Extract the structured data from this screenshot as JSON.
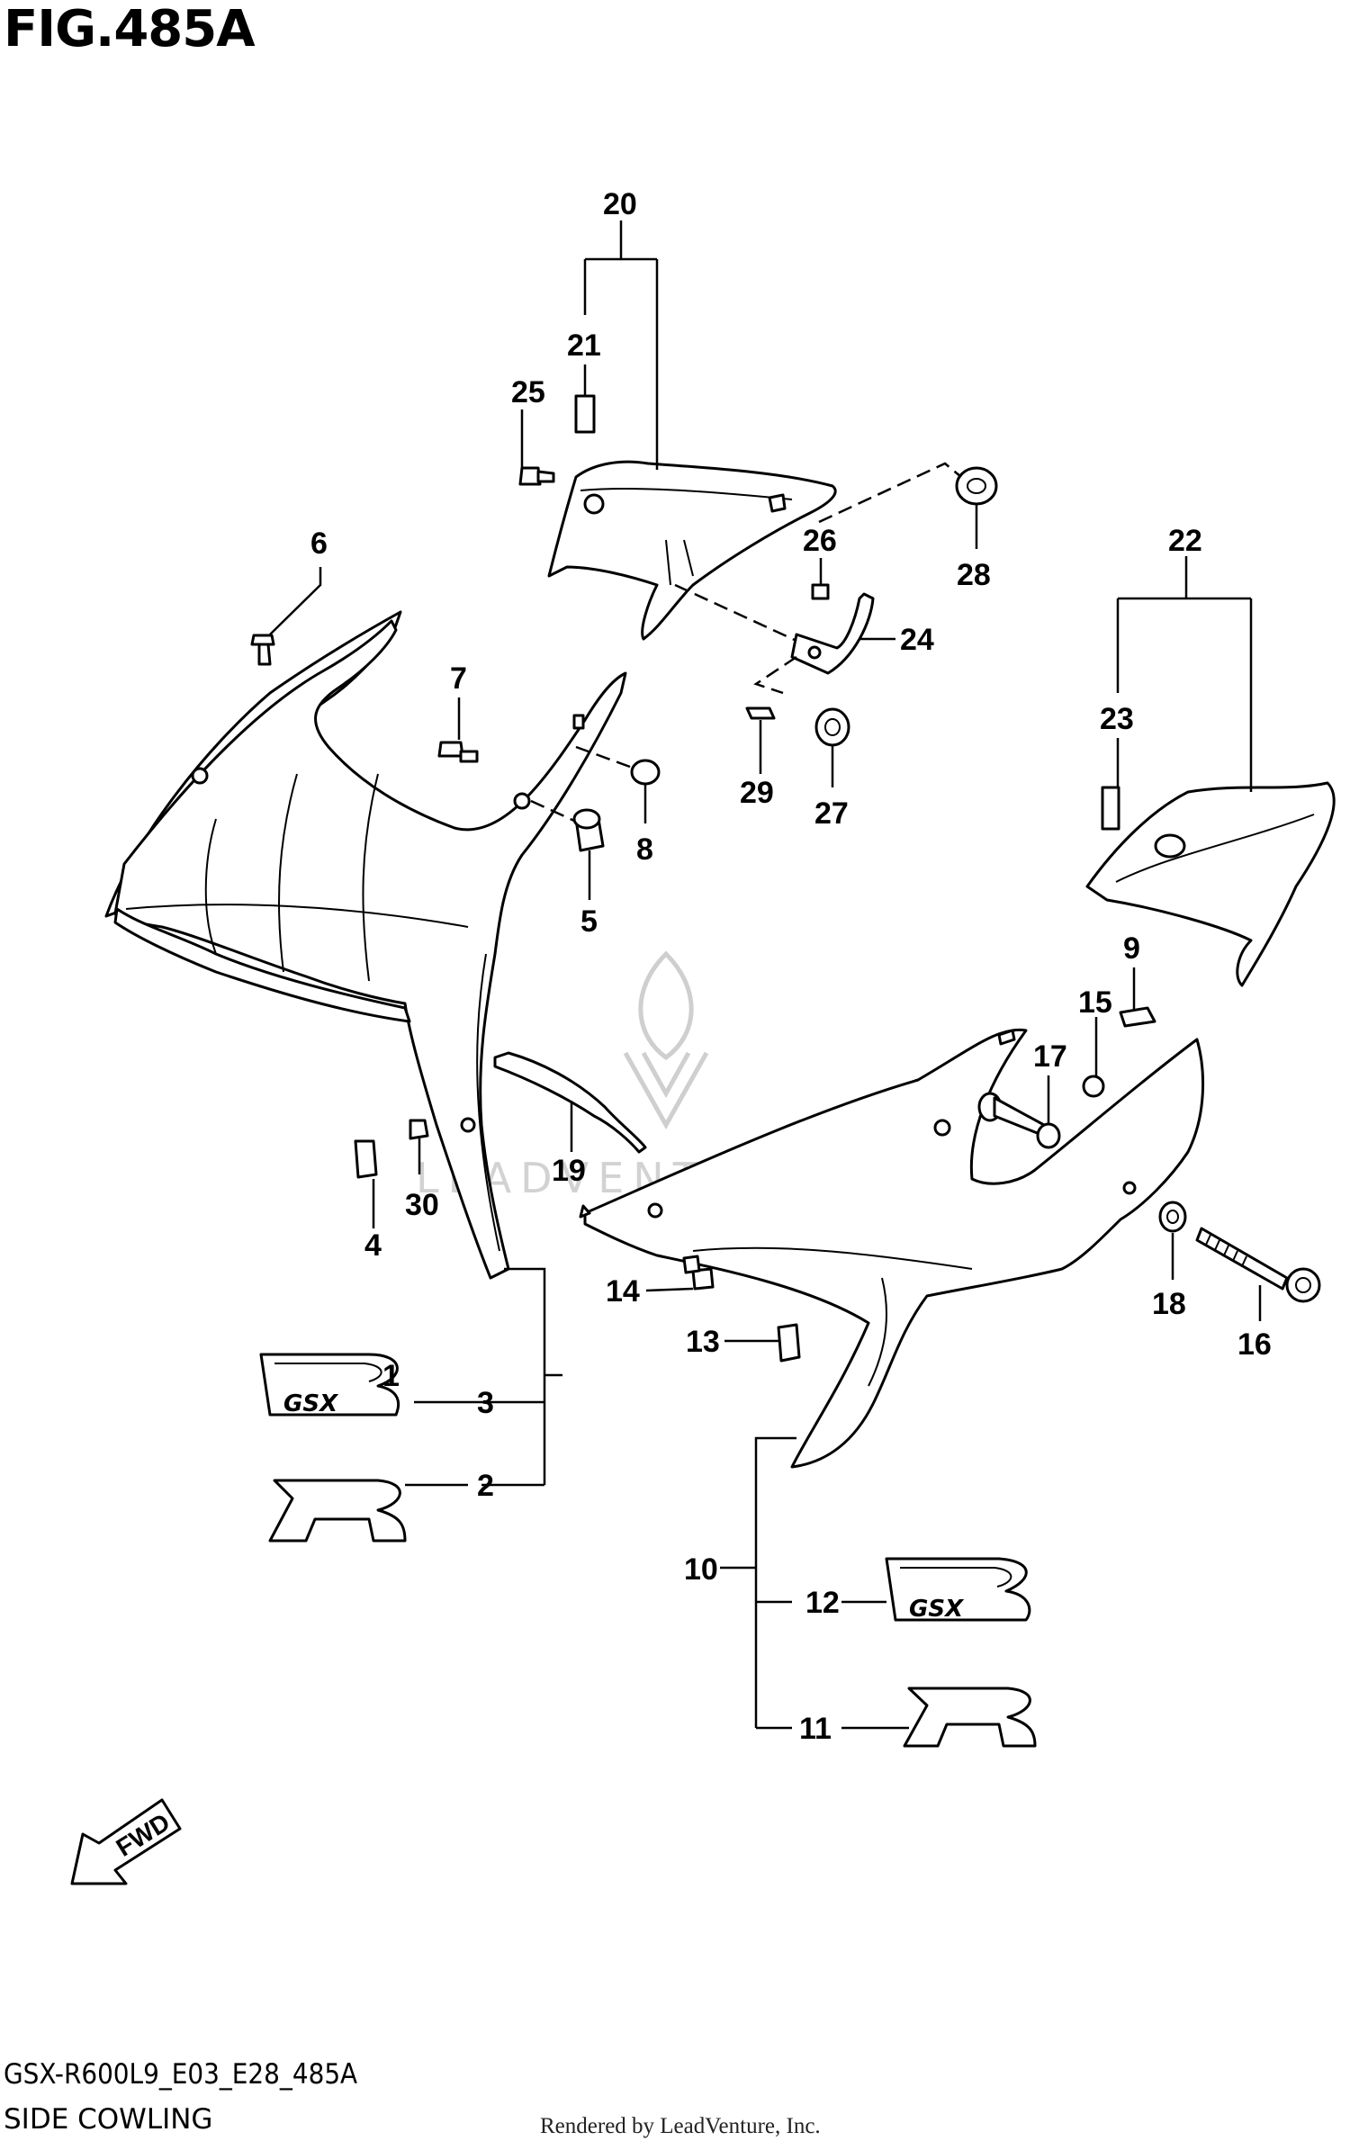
{
  "figure": {
    "title": "FIG.485A",
    "model_code": "GSX-R600L9_E03_E28_485A",
    "section_name": "SIDE COWLING",
    "credit": "Rendered by LeadVenture, Inc.",
    "watermark": "LEADVENTURE",
    "fwd_label": "FWD"
  },
  "callouts": [
    {
      "id": "1",
      "label": "1"
    },
    {
      "id": "2",
      "label": "2"
    },
    {
      "id": "3",
      "label": "3"
    },
    {
      "id": "4",
      "label": "4"
    },
    {
      "id": "5",
      "label": "5"
    },
    {
      "id": "6",
      "label": "6"
    },
    {
      "id": "7",
      "label": "7"
    },
    {
      "id": "8",
      "label": "8"
    },
    {
      "id": "9",
      "label": "9"
    },
    {
      "id": "10",
      "label": "10"
    },
    {
      "id": "11",
      "label": "11"
    },
    {
      "id": "12",
      "label": "12"
    },
    {
      "id": "13",
      "label": "13"
    },
    {
      "id": "14",
      "label": "14"
    },
    {
      "id": "15",
      "label": "15"
    },
    {
      "id": "16",
      "label": "16"
    },
    {
      "id": "17",
      "label": "17"
    },
    {
      "id": "18",
      "label": "18"
    },
    {
      "id": "19",
      "label": "19"
    },
    {
      "id": "20",
      "label": "20"
    },
    {
      "id": "21",
      "label": "21"
    },
    {
      "id": "22",
      "label": "22"
    },
    {
      "id": "23",
      "label": "23"
    },
    {
      "id": "24",
      "label": "24"
    },
    {
      "id": "25",
      "label": "25"
    },
    {
      "id": "26",
      "label": "26"
    },
    {
      "id": "27",
      "label": "27"
    },
    {
      "id": "28",
      "label": "28"
    },
    {
      "id": "29",
      "label": "29"
    },
    {
      "id": "30",
      "label": "30"
    }
  ],
  "decals": {
    "r_letter": "R",
    "gsx_text": "GSX"
  }
}
